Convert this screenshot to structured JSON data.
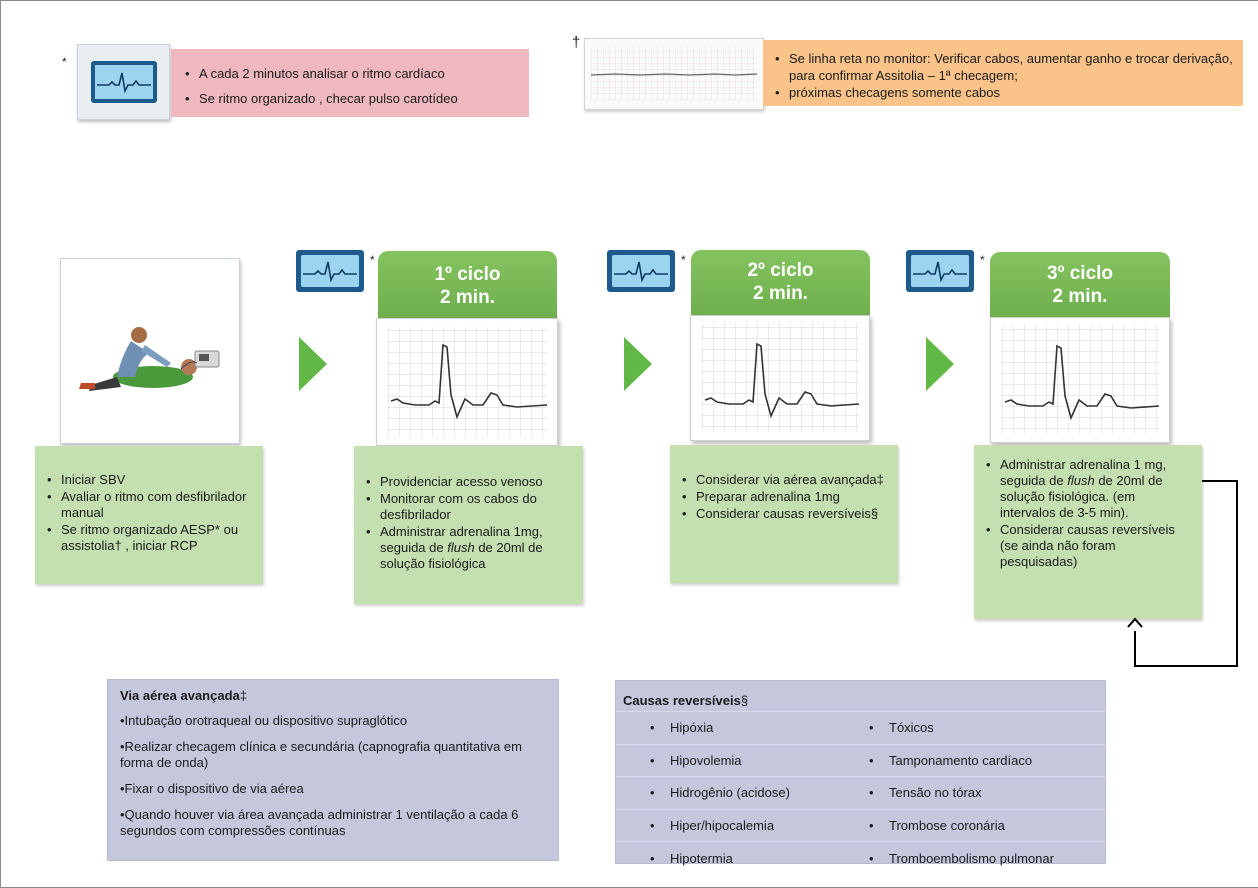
{
  "notes": {
    "marker_star": "*",
    "marker_dagger": "†",
    "pink": [
      "A cada 2 minutos  analisar o ritmo cardíaco",
      "Se ritmo organizado , checar pulso carotídeo"
    ],
    "orange": [
      "Se linha reta no monitor: Verificar cabos, aumentar ganho e trocar derivação, para confirmar Assitolia – 1ª checagem;",
      "próximas checagens somente cabos"
    ]
  },
  "cycles": [
    {
      "title": "1º ciclo",
      "duration": "2 min.",
      "marker": "*"
    },
    {
      "title": "2º ciclo",
      "duration": "2 min.",
      "marker": "*"
    },
    {
      "title": "3º ciclo",
      "duration": "2 min.",
      "marker": "*"
    }
  ],
  "steps": {
    "step0": [
      "Iniciar SBV",
      "Avaliar o ritmo com desfibrilador manual",
      "Se ritmo organizado AESP* ou assistolia† , iniciar RCP"
    ],
    "step1": {
      "b1": "Providenciar acesso venoso",
      "b2": "Monitorar com os cabos do desfibrilador",
      "b3_pre": "Administrar adrenalina 1mg, seguida de ",
      "b3_em": "flush",
      "b3_post": " de 20ml de solução fisiológica"
    },
    "step2": [
      "Considerar via aérea avançada‡",
      "Preparar  adrenalina 1mg",
      "Considerar causas reversíveis§"
    ],
    "step3": {
      "b1_pre": "Administrar  adrenalina 1 mg, seguida de ",
      "b1_em": "flush",
      "b1_post": " de 20ml de solução fisiológica. (em intervalos de 3-5 min).",
      "b2": "Considerar causas reversíveis (se ainda não foram pesquisadas)"
    }
  },
  "via_aerea": {
    "title": "Via aérea avançada",
    "title_mark": "‡",
    "items": [
      "•Intubação orotraqueal ou dispositivo supraglótico",
      "•Realizar checagem clínica e secundária (capnografia quantitativa em forma de onda)",
      "•Fixar o dispositivo de via  aérea",
      "•Quando houver via área avançada administrar 1 ventilação a cada 6 segundos com compressões contínuas"
    ]
  },
  "causas": {
    "title": "Causas reversíveis",
    "title_mark": "§",
    "rows": [
      [
        "Hipóxia",
        "Tóxicos"
      ],
      [
        "Hipovolemia",
        "Tamponamento cardíaco"
      ],
      [
        "Hidrogênio (acidose)",
        "Tensão no tórax"
      ],
      [
        "Hiper/hipocalemia",
        "Trombose coronária"
      ],
      [
        "Hipotermia",
        "Tromboembolismo pulmonar"
      ]
    ]
  },
  "bullet": "•",
  "colors": {
    "green_header": "#7ebd5a",
    "green_text_box": "#c4dfb0",
    "arrow": "#62b847",
    "pink_note": "#efb8bf",
    "orange_note": "#f9c38a",
    "lavender_box": "#c5c8dc",
    "monitor_blue": "#1f5a8c"
  },
  "icons": [
    "monitor-icon",
    "ecg-trace",
    "cpr-illustration",
    "flow-arrow-icon",
    "loop-arrow-icon"
  ]
}
